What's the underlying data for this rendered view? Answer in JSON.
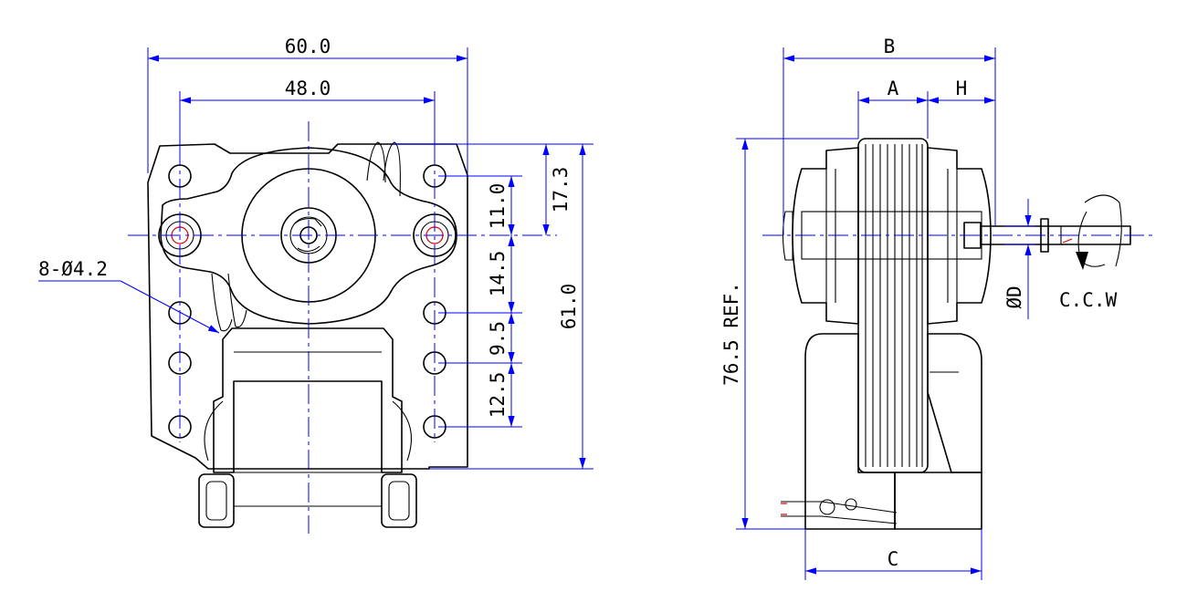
{
  "front_view": {
    "overall_width": "60.0",
    "hole_spacing": "48.0",
    "mount_hole_note": "8-Ø4.2",
    "dim_17_3": "17.3",
    "dim_11_0": "11.0",
    "dim_14_5": "14.5",
    "dim_9_5": "9.5",
    "dim_12_5": "12.5",
    "overall_height": "61.0"
  },
  "side_view": {
    "dim_b": "B",
    "dim_a": "A",
    "dim_h": "H",
    "dim_c": "C",
    "shaft_dia": "ØD",
    "ref_height": "76.5 REF.",
    "rotation": "C.C.W"
  },
  "colors": {
    "outline": "#000000",
    "dimension": "#0000ff",
    "highlight": "#e00000"
  }
}
